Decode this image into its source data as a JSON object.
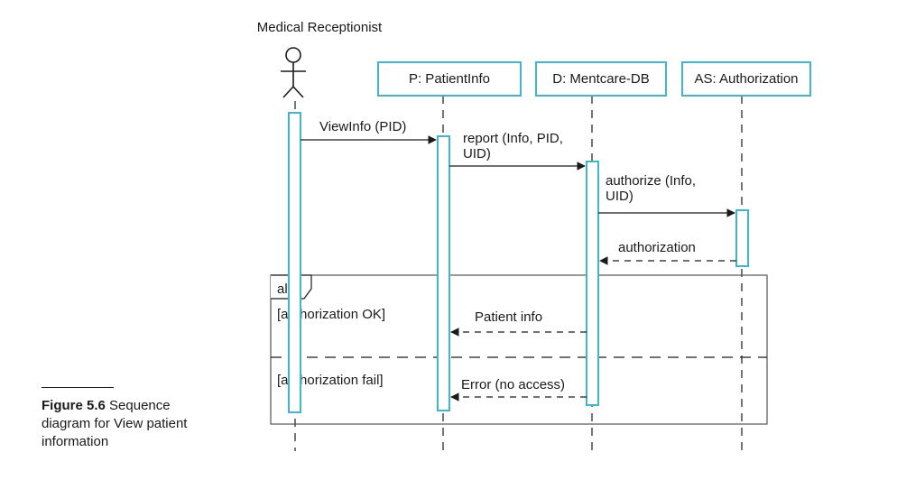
{
  "actor": {
    "label": "Medical Receptionist"
  },
  "objects": [
    {
      "label": "P: PatientInfo"
    },
    {
      "label": "D: Mentcare-DB"
    },
    {
      "label": "AS: Authorization"
    }
  ],
  "messages": [
    {
      "label": "ViewInfo (PID)"
    },
    {
      "line1": "report (Info, PID,",
      "line2": "UID)"
    },
    {
      "line1": "authorize (Info,",
      "line2": "UID)"
    },
    {
      "label": "authorization"
    },
    {
      "label": "Patient info"
    },
    {
      "label": "Error (no access)"
    }
  ],
  "fragment": {
    "operator": "alt",
    "guards": [
      "[authorization OK]",
      "[authorization fail]"
    ]
  },
  "caption": {
    "label": "Figure 5.6",
    "text": "Sequence diagram for View patient information"
  },
  "colors": {
    "activation": "#3fb6cc",
    "line": "#1a1a1a"
  }
}
